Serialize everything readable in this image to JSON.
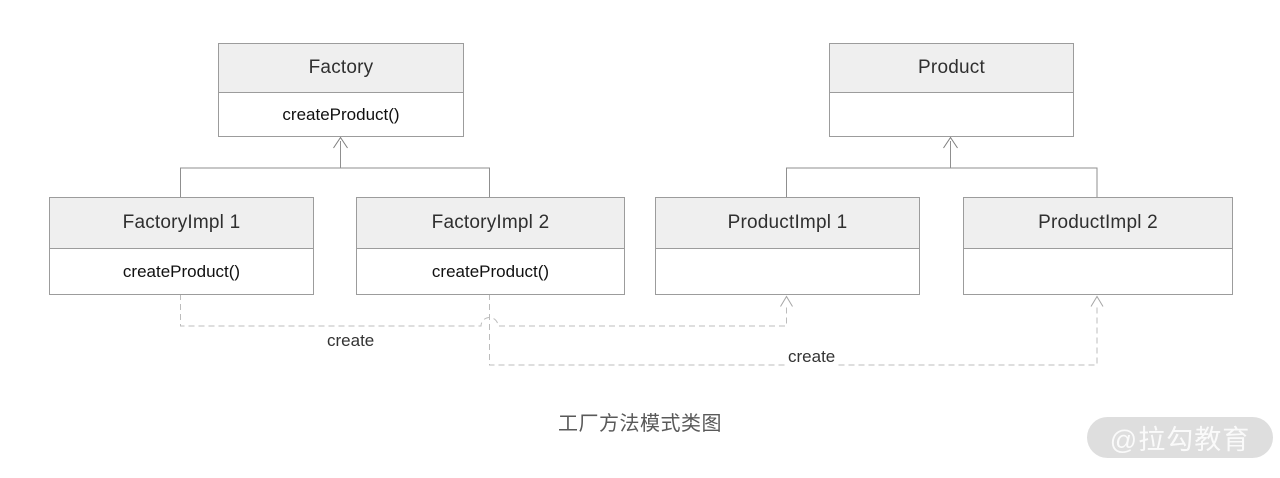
{
  "diagram": {
    "caption": "工厂方法模式类图",
    "watermark": "@拉勾教育",
    "classes": {
      "factory": {
        "name": "Factory",
        "method": "createProduct()"
      },
      "product": {
        "name": "Product",
        "method": ""
      },
      "factory_impl_1": {
        "name": "FactoryImpl 1",
        "method": "createProduct()"
      },
      "factory_impl_2": {
        "name": "FactoryImpl 2",
        "method": "createProduct()"
      },
      "product_impl_1": {
        "name": "ProductImpl 1",
        "method": ""
      },
      "product_impl_2": {
        "name": "ProductImpl 2",
        "method": ""
      }
    },
    "relationships": [
      {
        "type": "inheritance",
        "from": "FactoryImpl 1",
        "to": "Factory"
      },
      {
        "type": "inheritance",
        "from": "FactoryImpl 2",
        "to": "Factory"
      },
      {
        "type": "inheritance",
        "from": "ProductImpl 1",
        "to": "Product"
      },
      {
        "type": "inheritance",
        "from": "ProductImpl 2",
        "to": "Product"
      },
      {
        "type": "create-dependency",
        "label": "create",
        "from": "FactoryImpl 1",
        "to": "ProductImpl 1"
      },
      {
        "type": "create-dependency",
        "label": "create",
        "from": "FactoryImpl 2",
        "to": "ProductImpl 2"
      }
    ],
    "colors": {
      "box_border": "#9c9c9c",
      "header_fill": "#efefef",
      "body_fill": "#ffffff",
      "solid_line": "#8f8f8f",
      "dashed_line": "#bcbcbc",
      "caption_text": "#595959",
      "watermark_bg": "#dedede",
      "watermark_text": "#fafafa"
    }
  }
}
